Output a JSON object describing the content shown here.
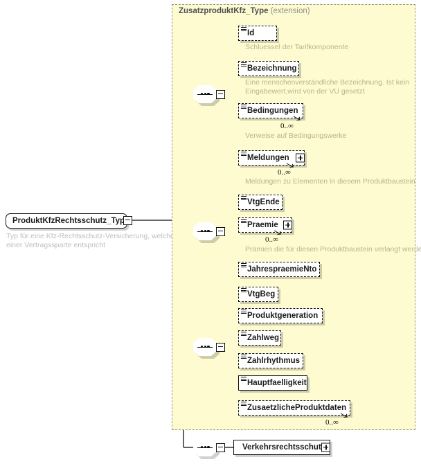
{
  "diagram": {
    "kind": "xsd-schema-diagram",
    "colors": {
      "panel_background": "#fdfbcf",
      "panel_border": "#9a9a80",
      "node_border": "#111111",
      "node_background": "#ffffff",
      "annotation_text_inside": "#b9b58c",
      "annotation_text_outside": "#bdbdbd",
      "title_text": "#4d4d55",
      "title_kind_text": "#8e8e8e"
    }
  },
  "root": {
    "name": "ProduktKfzRechtsschutz_Type",
    "annotation": "Typ für eine Kfz-Rechtsschutz-Versicherung, welches\neiner Vertragssparte entspricht",
    "collapse_control": "minus"
  },
  "extension": {
    "type_name": "ZusatzproduktKfz_Type",
    "kind_label": "(extension)"
  },
  "sequences": [
    {
      "id": "sequence-1",
      "compositor": "sequence",
      "control": "minus",
      "elements": [
        {
          "name": "Id",
          "occurrence": "optional",
          "cardinality": "",
          "expandable": false,
          "annotation": "Schluessel der Tarifkomponente"
        },
        {
          "name": "Bezeichnung",
          "occurrence": "optional",
          "cardinality": "",
          "expandable": false,
          "annotation": "Eine menschenverständliche Bezeichnung. Ist kein\nEingabewert,wird von der VU gesetzt"
        },
        {
          "name": "Bedingungen",
          "occurrence": "optional",
          "cardinality": "0..∞",
          "expandable": false,
          "annotation": "Verweise auf Bedingungswerke"
        },
        {
          "name": "Meldungen",
          "occurrence": "optional",
          "cardinality": "0..∞",
          "expandable": true,
          "annotation": "Meldungen zu Elementen in diesem Produktbaustein"
        }
      ]
    },
    {
      "id": "sequence-2",
      "compositor": "sequence",
      "control": "minus",
      "elements": [
        {
          "name": "VtgEnde",
          "occurrence": "optional",
          "cardinality": "",
          "expandable": false,
          "annotation": ""
        },
        {
          "name": "Praemie",
          "occurrence": "optional",
          "cardinality": "0..∞",
          "expandable": true,
          "annotation": "Prämien die für diesen Produktbaustein verlangt werden"
        },
        {
          "name": "JahrespraemieNto",
          "occurrence": "optional",
          "cardinality": "",
          "expandable": false,
          "annotation": ""
        }
      ]
    },
    {
      "id": "sequence-3",
      "compositor": "sequence",
      "control": "minus",
      "elements": [
        {
          "name": "VtgBeg",
          "occurrence": "optional",
          "cardinality": "",
          "expandable": false,
          "annotation": ""
        },
        {
          "name": "Produktgeneration",
          "occurrence": "optional",
          "cardinality": "",
          "expandable": false,
          "annotation": ""
        },
        {
          "name": "Zahlweg",
          "occurrence": "optional",
          "cardinality": "",
          "expandable": false,
          "annotation": ""
        },
        {
          "name": "Zahlrhythmus",
          "occurrence": "optional",
          "cardinality": "",
          "expandable": false,
          "annotation": ""
        },
        {
          "name": "Hauptfaelligkeit",
          "occurrence": "required",
          "cardinality": "",
          "expandable": false,
          "annotation": ""
        },
        {
          "name": "ZusaetzlicheProduktdaten",
          "occurrence": "optional",
          "cardinality": "0..∞",
          "expandable": false,
          "annotation": ""
        }
      ]
    },
    {
      "id": "sequence-4",
      "compositor": "sequence",
      "control": "minus",
      "elements": [
        {
          "name": "Verkehrsrechtsschutz",
          "occurrence": "required",
          "cardinality": "",
          "expandable": true,
          "annotation": ""
        }
      ]
    }
  ]
}
